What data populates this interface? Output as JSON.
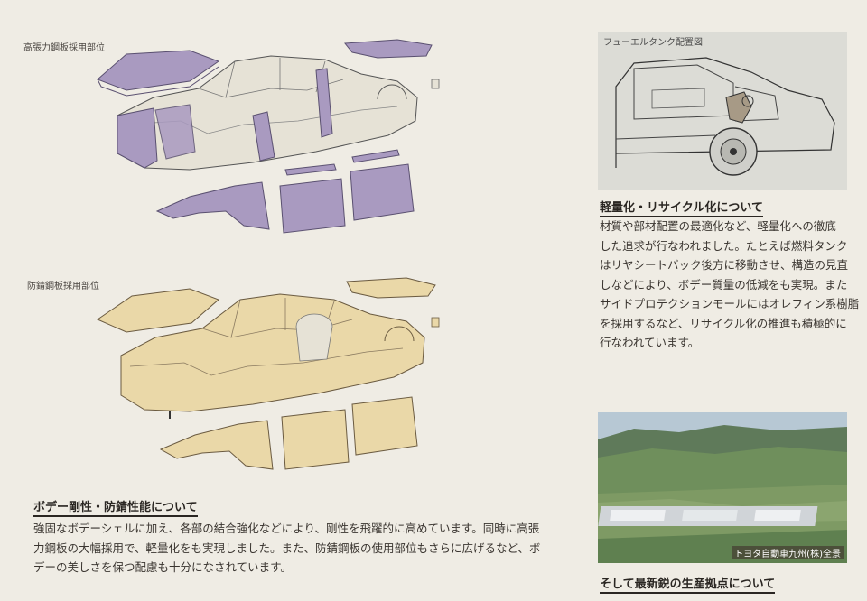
{
  "figures": {
    "high_tensile_label": "高張力鋼板採用部位",
    "rustproof_label": "防錆鋼板採用部位"
  },
  "body_section": {
    "heading": "ボデー剛性・防錆性能について",
    "lines": [
      "強固なボデーシェルに加え、各部の結合強化などにより、剛性を飛躍的に高めています。同時に高張",
      "力鋼板の大幅採用で、軽量化をも実現しました。また、防錆鋼板の使用部位もさらに広げるなど、ボ",
      "デーの美しさを保つ配慮も十分になされています。"
    ]
  },
  "fuel_tank": {
    "title": "フューエルタンク配置図"
  },
  "lightweight_section": {
    "heading": "軽量化・リサイクル化について",
    "lines": [
      "材質や部材配置の最適化など、軽量化への徹底",
      "した追求が行なわれました。たとえば燃料タンク",
      "はリヤシートバック後方に移動させ、構造の見直",
      "しなどにより、ボデー質量の低減をも実現。また",
      "サイドプロテクションモールにはオレフィン系樹脂",
      "を採用するなど、リサイクル化の推進も積極的に",
      "行なわれています。"
    ]
  },
  "factory": {
    "caption": "トヨタ自動車九州(株)全景",
    "heading": "そして最新鋭の生産拠点について"
  },
  "colors": {
    "background": "#efece4",
    "high_tensile_panel": "#a99ac0",
    "rustproof_panel": "#ead8a8",
    "body_shell": "#e6e2d6"
  }
}
